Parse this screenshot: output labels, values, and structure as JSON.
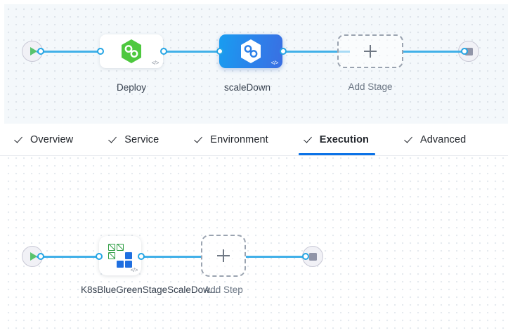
{
  "app": {
    "name": "pipeline-studio",
    "accent_color": "#0b72e7",
    "connector_color": "#41b0e8",
    "stage_canvas_bg": "#f4f8fb",
    "step_canvas_bg": "#ffffff"
  },
  "stage_canvas": {
    "name": "stage-graph",
    "start_node": {
      "icon": "play-icon",
      "label": ""
    },
    "end_node": {
      "icon": "stop-icon",
      "label": ""
    },
    "stages": [
      {
        "id": "deploy",
        "label": "Deploy",
        "icon": "harness-hexagon-icon",
        "selected": false,
        "code_badge": "</>"
      },
      {
        "id": "scaleDown",
        "label": "scaleDown",
        "icon": "harness-hexagon-icon",
        "selected": true,
        "code_badge": "</>"
      }
    ],
    "add_stage": {
      "label": "Add Stage",
      "icon": "plus-icon"
    }
  },
  "tabs": {
    "name": "stage-config-tabs",
    "items": [
      {
        "id": "overview",
        "label": "Overview",
        "icon": "check-icon",
        "active": false
      },
      {
        "id": "service",
        "label": "Service",
        "icon": "check-icon",
        "active": false
      },
      {
        "id": "environment",
        "label": "Environment",
        "icon": "check-icon",
        "active": false
      },
      {
        "id": "execution",
        "label": "Execution",
        "icon": "check-icon",
        "active": true
      },
      {
        "id": "advanced",
        "label": "Advanced",
        "icon": "check-icon",
        "active": false
      }
    ]
  },
  "step_canvas": {
    "name": "execution-step-graph",
    "start_node": {
      "icon": "play-icon"
    },
    "end_node": {
      "icon": "stop-icon"
    },
    "steps": [
      {
        "id": "k8sBlueGreenStageScaleDown",
        "label": "K8sBlueGreenStageScaleDow...",
        "icon": "k8s-grid-icon",
        "code_badge": "</>"
      }
    ],
    "add_step": {
      "label": "Add Step",
      "icon": "plus-icon"
    }
  }
}
